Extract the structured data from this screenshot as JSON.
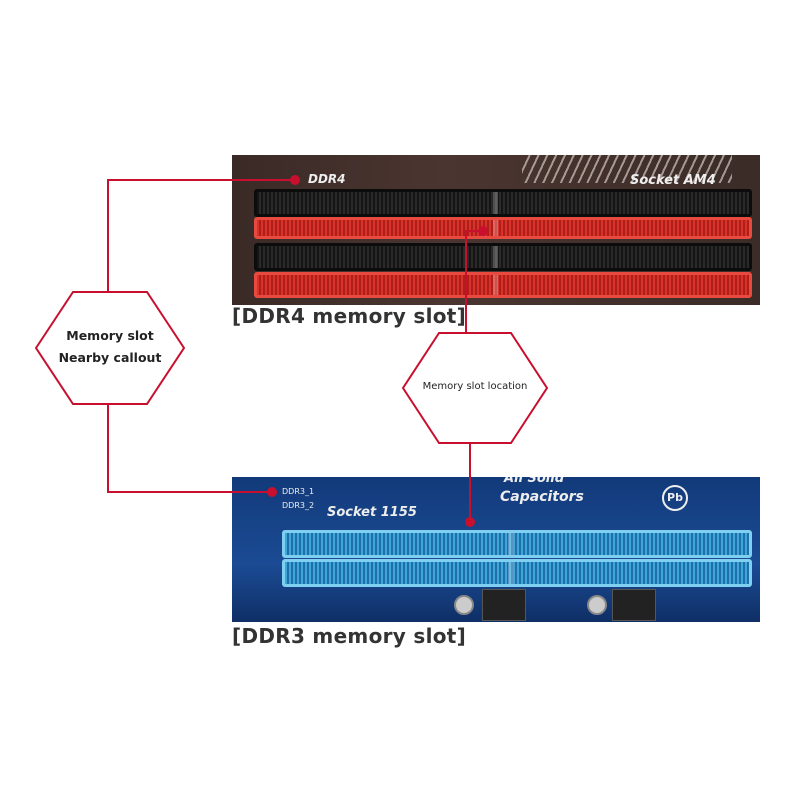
{
  "ddr4_photo": {
    "label_slot": "DDR4",
    "label_socket": "Socket AM4"
  },
  "ddr3_photo": {
    "label_slot1": "DDR3_1",
    "label_slot2": "DDR3_2",
    "label_socket": "Socket 1155",
    "label_caps_top": "All Solid",
    "label_caps": "Capacitors",
    "label_pb": "Pb"
  },
  "captions": {
    "ddr4": "[DDR4 memory slot]",
    "ddr3": "[DDR3 memory slot]"
  },
  "callouts": {
    "left": {
      "line1": "Memory slot",
      "line2": "Nearby callout"
    },
    "right": {
      "text": "Memory slot location"
    }
  },
  "colors": {
    "callout": "#c8102e",
    "ddr4_slot": "#d8322c",
    "ddr3_slot": "#3ea6d9"
  }
}
